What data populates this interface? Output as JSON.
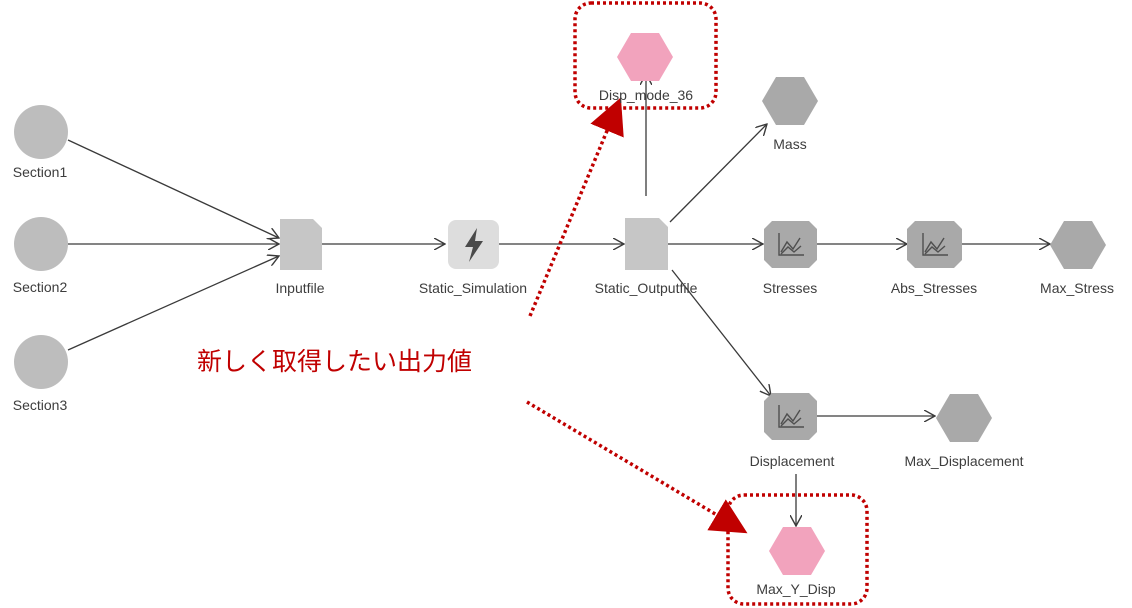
{
  "nodes": {
    "section1": "Section1",
    "section2": "Section2",
    "section3": "Section3",
    "inputfile": "Inputfile",
    "static_simulation": "Static_Simulation",
    "static_outputfile": "Static_Outputfile",
    "stresses": "Stresses",
    "abs_stresses": "Abs_Stresses",
    "max_stress": "Max_Stress",
    "mass": "Mass",
    "disp_mode_36": "Disp_mode_36",
    "displacement": "Displacement",
    "max_displacement": "Max_Displacement",
    "max_y_disp": "Max_Y_Disp"
  },
  "callout": "新しく取得したい出力値",
  "colors": {
    "node_gray": "#bdbdbd",
    "hex_gray": "#a9a9a9",
    "highlight_pink": "#f2a3bd",
    "callout_red": "#c00000",
    "wire": "#3a3a3a"
  },
  "icons": {
    "simulation": "lightning-bolt-icon",
    "chart": "line-chart-icon"
  }
}
